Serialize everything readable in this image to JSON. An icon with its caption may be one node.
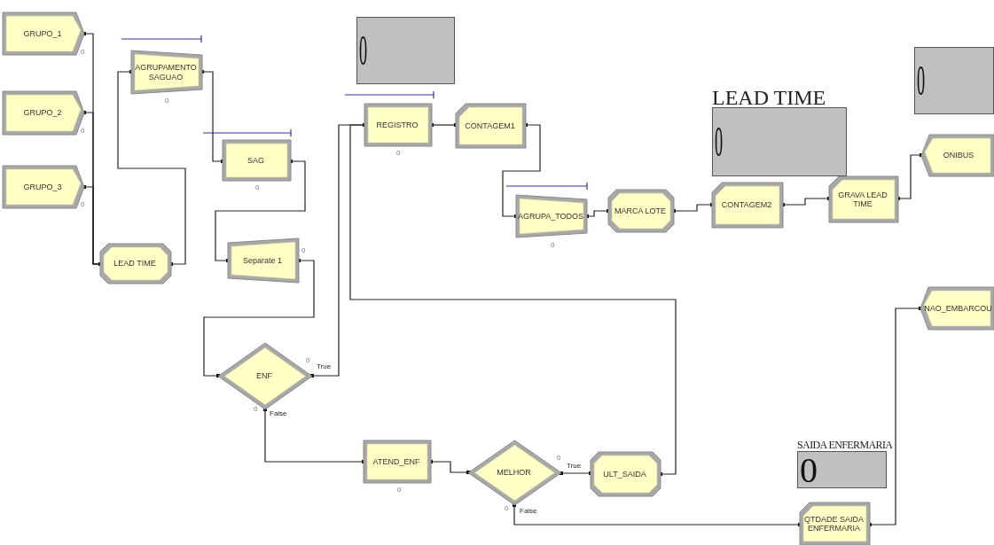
{
  "diagram": {
    "nodes": [
      {
        "text": [
          "GRUPO_1"
        ],
        "beside": [
          "0"
        ]
      },
      {
        "text": [
          "GRUPO_2"
        ],
        "beside": [
          "0"
        ]
      },
      {
        "text": [
          "GRUPO_3"
        ],
        "beside": [
          "0"
        ]
      },
      {
        "text": [
          "AGRUPAMENTO SAGUAO"
        ],
        "beside": [
          "0"
        ]
      },
      {
        "text": [
          "LEAD TIME"
        ]
      },
      {
        "text": [
          "SAG"
        ],
        "beside": [
          "0"
        ]
      },
      {
        "text": [
          "Separate 1"
        ],
        "beside": [
          "0"
        ]
      },
      {
        "text": [
          "REGISTRO"
        ],
        "beside": [
          "0"
        ]
      },
      {
        "text": [
          "CONTAGEM1"
        ]
      },
      {
        "text": [
          "AGRUPA_TODOS"
        ],
        "beside": [
          "0"
        ]
      },
      {
        "text": [
          "MARCA LOTE"
        ]
      },
      {
        "text": [
          "CONTAGEM2"
        ]
      },
      {
        "text": [
          "GRAVA LEAD TIME"
        ]
      },
      {
        "text": [
          "ONIBUS"
        ]
      },
      {
        "text": [
          "NAO_EMBARCOU"
        ]
      },
      {
        "text": [
          "ENF"
        ],
        "beside": [
          "0",
          "0"
        ]
      },
      {
        "text": [
          "ATEND_ENF"
        ],
        "beside": [
          "0"
        ]
      },
      {
        "text": [
          "MELHOR"
        ],
        "beside": [
          "0",
          "0"
        ]
      },
      {
        "text": [
          "ULT_SAIDA"
        ]
      },
      {
        "text": [
          "QTDADE SAIDA ENFERMARIA"
        ]
      },
      {
        "text": [
          "0"
        ]
      },
      {
        "text": [
          "LEAD TIME",
          "0"
        ]
      },
      {
        "text": [
          "0"
        ]
      },
      {
        "text": [
          "SAIDA ENFERMARIA",
          "0"
        ]
      }
    ],
    "edges": [
      {
        "from": 0,
        "to": 4,
        "arrow": "other"
      },
      {
        "from": 1,
        "to": 4,
        "arrow": "other"
      },
      {
        "from": 2,
        "to": 4,
        "arrow": "other"
      },
      {
        "from": 4,
        "to": 3,
        "arrow": "other"
      },
      {
        "from": 3,
        "to": 5,
        "arrow": "other"
      },
      {
        "from": 5,
        "to": 6,
        "arrow": "other"
      },
      {
        "from": 6,
        "to": 15,
        "arrow": "other"
      },
      {
        "from": 15,
        "to": 7,
        "arrow": "other",
        "label": "True"
      },
      {
        "from": 15,
        "to": 16,
        "arrow": "other",
        "label": "False"
      },
      {
        "from": 16,
        "to": 17,
        "arrow": "other"
      },
      {
        "from": 17,
        "to": 18,
        "arrow": "other",
        "label": "True"
      },
      {
        "from": 17,
        "to": 19,
        "arrow": "other",
        "label": "False"
      },
      {
        "from": 19,
        "to": 14,
        "arrow": "other"
      },
      {
        "from": 18,
        "to": 7,
        "arrow": "other"
      },
      {
        "from": 7,
        "to": 8,
        "arrow": "other"
      },
      {
        "from": 8,
        "to": 9,
        "arrow": "other"
      },
      {
        "from": 9,
        "to": 10,
        "arrow": "other"
      },
      {
        "from": 10,
        "to": 11,
        "arrow": "other"
      },
      {
        "from": 11,
        "to": 12,
        "arrow": "other"
      },
      {
        "from": 12,
        "to": 13,
        "arrow": "other"
      }
    ]
  }
}
